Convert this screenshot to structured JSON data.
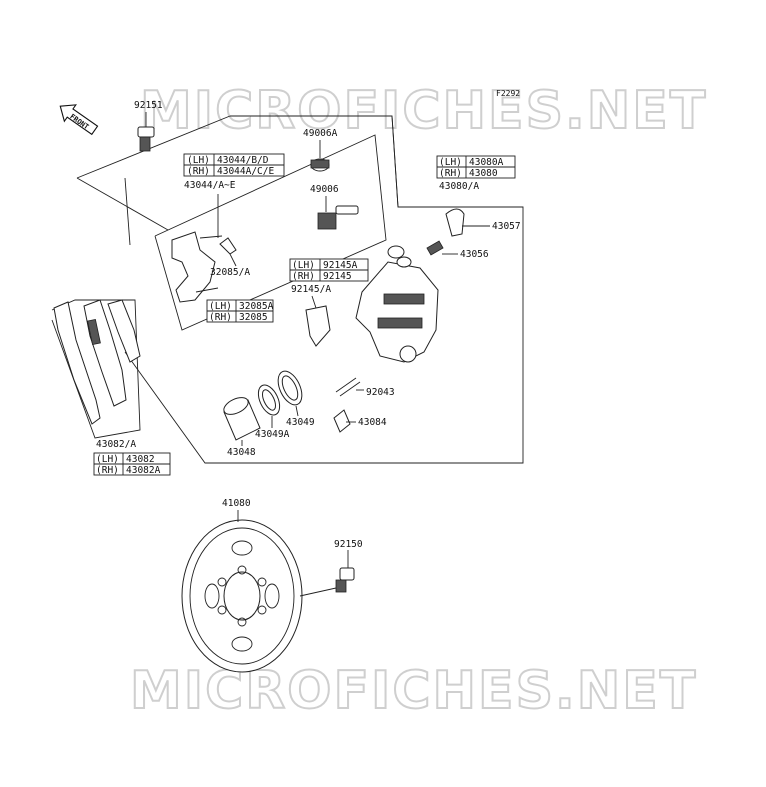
{
  "watermark": "MICROFICHES.NET",
  "figure_code": "F2292",
  "front_label": "FRONT",
  "labels": {
    "p92151": "92151",
    "p49006A": "49006A",
    "p49006": "49006",
    "p43044AE": "43044/A~E",
    "p32085A_call": "32085/A",
    "p92145A_call": "92145/A",
    "p43080A_call": "43080/A",
    "p43057": "43057",
    "p43056": "43056",
    "p92043": "92043",
    "p43049": "43049",
    "p43049A": "43049A",
    "p43084": "43084",
    "p43048": "43048",
    "p43082A_call": "43082/A",
    "p41080": "41080",
    "p92150": "92150"
  },
  "tables": {
    "t43044": {
      "lh_tag": "(LH)",
      "lh": "43044/B/D",
      "rh_tag": "(RH)",
      "rh": "43044A/C/E"
    },
    "t43080": {
      "lh_tag": "(LH)",
      "lh": "43080A",
      "rh_tag": "(RH)",
      "rh": "43080"
    },
    "t92145": {
      "lh_tag": "(LH)",
      "lh": "92145A",
      "rh_tag": "(RH)",
      "rh": "92145"
    },
    "t32085": {
      "lh_tag": "(LH)",
      "lh": "32085A",
      "rh_tag": "(RH)",
      "rh": "32085"
    },
    "t43082": {
      "lh_tag": "(LH)",
      "lh": "43082",
      "rh_tag": "(RH)",
      "rh": "43082A"
    }
  }
}
